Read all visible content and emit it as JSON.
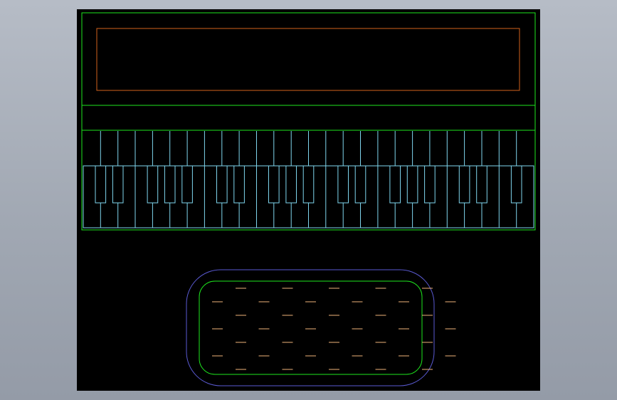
{
  "drawing": {
    "background_color": "#000000",
    "colors": {
      "outline": "#1ee61e",
      "display_panel": "#d2621c",
      "keys": "#7fd6ee",
      "bench_outer": "#5a5ad2",
      "bench_inner": "#1ee61e",
      "bench_marks": "#f0b47a"
    },
    "keyboard": {
      "white_key_count": 26,
      "black_key_count": 18
    },
    "bench": {
      "mark_rows": 7,
      "marks_per_row": 5
    }
  }
}
